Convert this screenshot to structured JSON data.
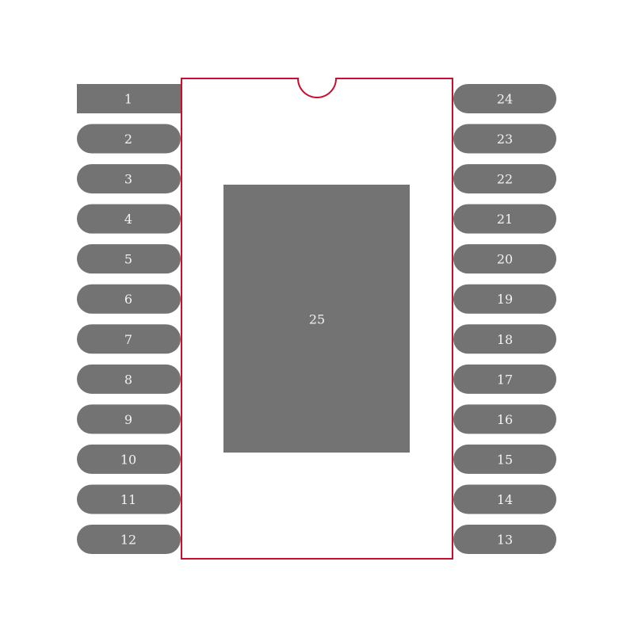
{
  "left_pins": [
    "1",
    "2",
    "3",
    "4",
    "5",
    "6",
    "7",
    "8",
    "9",
    "10",
    "11",
    "12"
  ],
  "right_pins": [
    "24",
    "23",
    "22",
    "21",
    "20",
    "19",
    "18",
    "17",
    "16",
    "15",
    "14",
    "13"
  ],
  "thermal_pad": "25",
  "colors": {
    "pad": "#737373",
    "outline": "#c8102e",
    "label": "#f2f2f2"
  }
}
